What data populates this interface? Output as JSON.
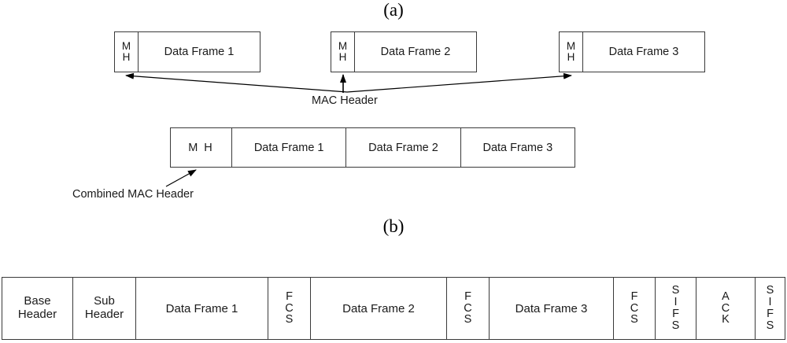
{
  "figure": {
    "panel_a": {
      "caption": "(a)",
      "separate_frames": [
        {
          "header": {
            "lines": [
              "M",
              "H"
            ]
          },
          "payload": "Data Frame 1"
        },
        {
          "header": {
            "lines": [
              "M",
              "H"
            ]
          },
          "payload": "Data Frame 2"
        },
        {
          "header": {
            "lines": [
              "M",
              "H"
            ]
          },
          "payload": "Data Frame 3"
        }
      ],
      "separate_frames_annotation": "MAC Header",
      "combined_frame": {
        "header": "M H",
        "payloads": [
          "Data Frame 1",
          "Data Frame 2",
          "Data Frame 3"
        ]
      },
      "combined_frame_annotation": "Combined MAC Header"
    },
    "panel_b": {
      "caption": "(b)",
      "aggregated_frame_cells": [
        {
          "id": "base-header",
          "type": "twoline",
          "lines": [
            "Base",
            "Header"
          ]
        },
        {
          "id": "sub-header",
          "type": "twoline",
          "lines": [
            "Sub",
            "Header"
          ]
        },
        {
          "id": "data-frame-1",
          "type": "inline",
          "text": "Data Frame 1"
        },
        {
          "id": "fcs-1",
          "type": "stack",
          "lines": [
            "F",
            "C",
            "S"
          ]
        },
        {
          "id": "data-frame-2",
          "type": "inline",
          "text": "Data Frame 2"
        },
        {
          "id": "fcs-2",
          "type": "stack",
          "lines": [
            "F",
            "C",
            "S"
          ]
        },
        {
          "id": "data-frame-3",
          "type": "inline",
          "text": "Data Frame 3"
        },
        {
          "id": "fcs-3",
          "type": "stack",
          "lines": [
            "F",
            "C",
            "S"
          ]
        },
        {
          "id": "sifs-1",
          "type": "stack",
          "lines": [
            "S",
            "I",
            "F",
            "S"
          ]
        },
        {
          "id": "ack",
          "type": "stack",
          "lines": [
            "A",
            "C",
            "K"
          ]
        },
        {
          "id": "sifs-2",
          "type": "stack",
          "lines": [
            "S",
            "I",
            "F",
            "S"
          ]
        }
      ]
    }
  },
  "colors": {
    "stroke": "#3a3a3a",
    "text": "#1a1a1a",
    "background": "#ffffff",
    "arrow": "#000000"
  }
}
